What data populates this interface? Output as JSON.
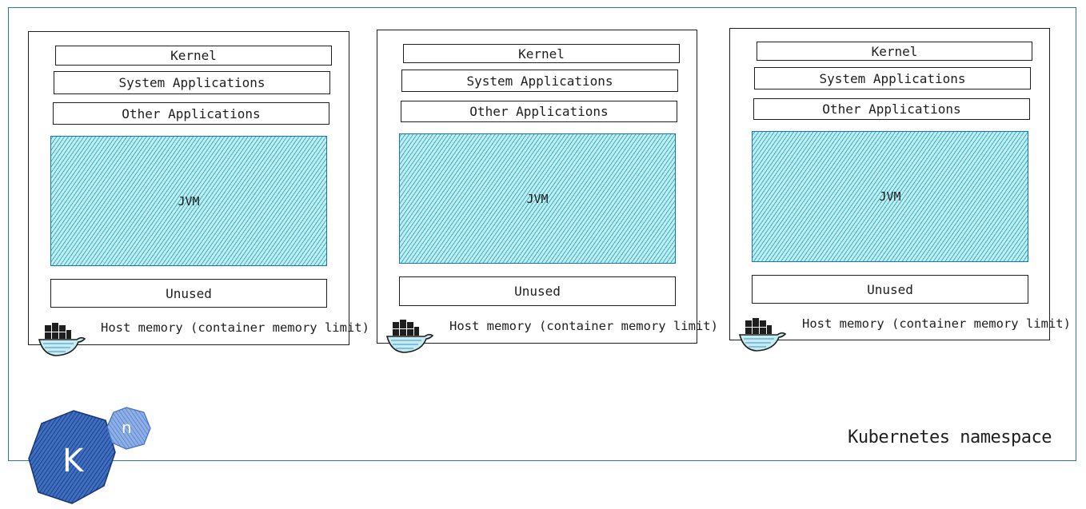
{
  "namespace": {
    "label": "Kubernetes namespace"
  },
  "containers": [
    {
      "kernel": "Kernel",
      "system_apps": "System Applications",
      "other_apps": "Other Applications",
      "jvm": "JVM",
      "unused": "Unused",
      "host_memory": "Host memory (container memory limit)"
    },
    {
      "kernel": "Kernel",
      "system_apps": "System Applications",
      "other_apps": "Other Applications",
      "jvm": "JVM",
      "unused": "Unused",
      "host_memory": "Host memory (container memory limit)"
    },
    {
      "kernel": "Kernel",
      "system_apps": "System Applications",
      "other_apps": "Other Applications",
      "jvm": "JVM",
      "unused": "Unused",
      "host_memory": "Host memory (container memory limit)"
    }
  ],
  "logo": {
    "letter": "K",
    "superscript": "n"
  },
  "colors": {
    "namespace_border": "#2b7a8c",
    "jvm_fill": "#15aabf",
    "jvm_border": "#1971c2",
    "logo_blue": "#1c4e9c"
  },
  "icons": {
    "container": "docker-whale-icon",
    "logo": "knative-logo-icon"
  }
}
